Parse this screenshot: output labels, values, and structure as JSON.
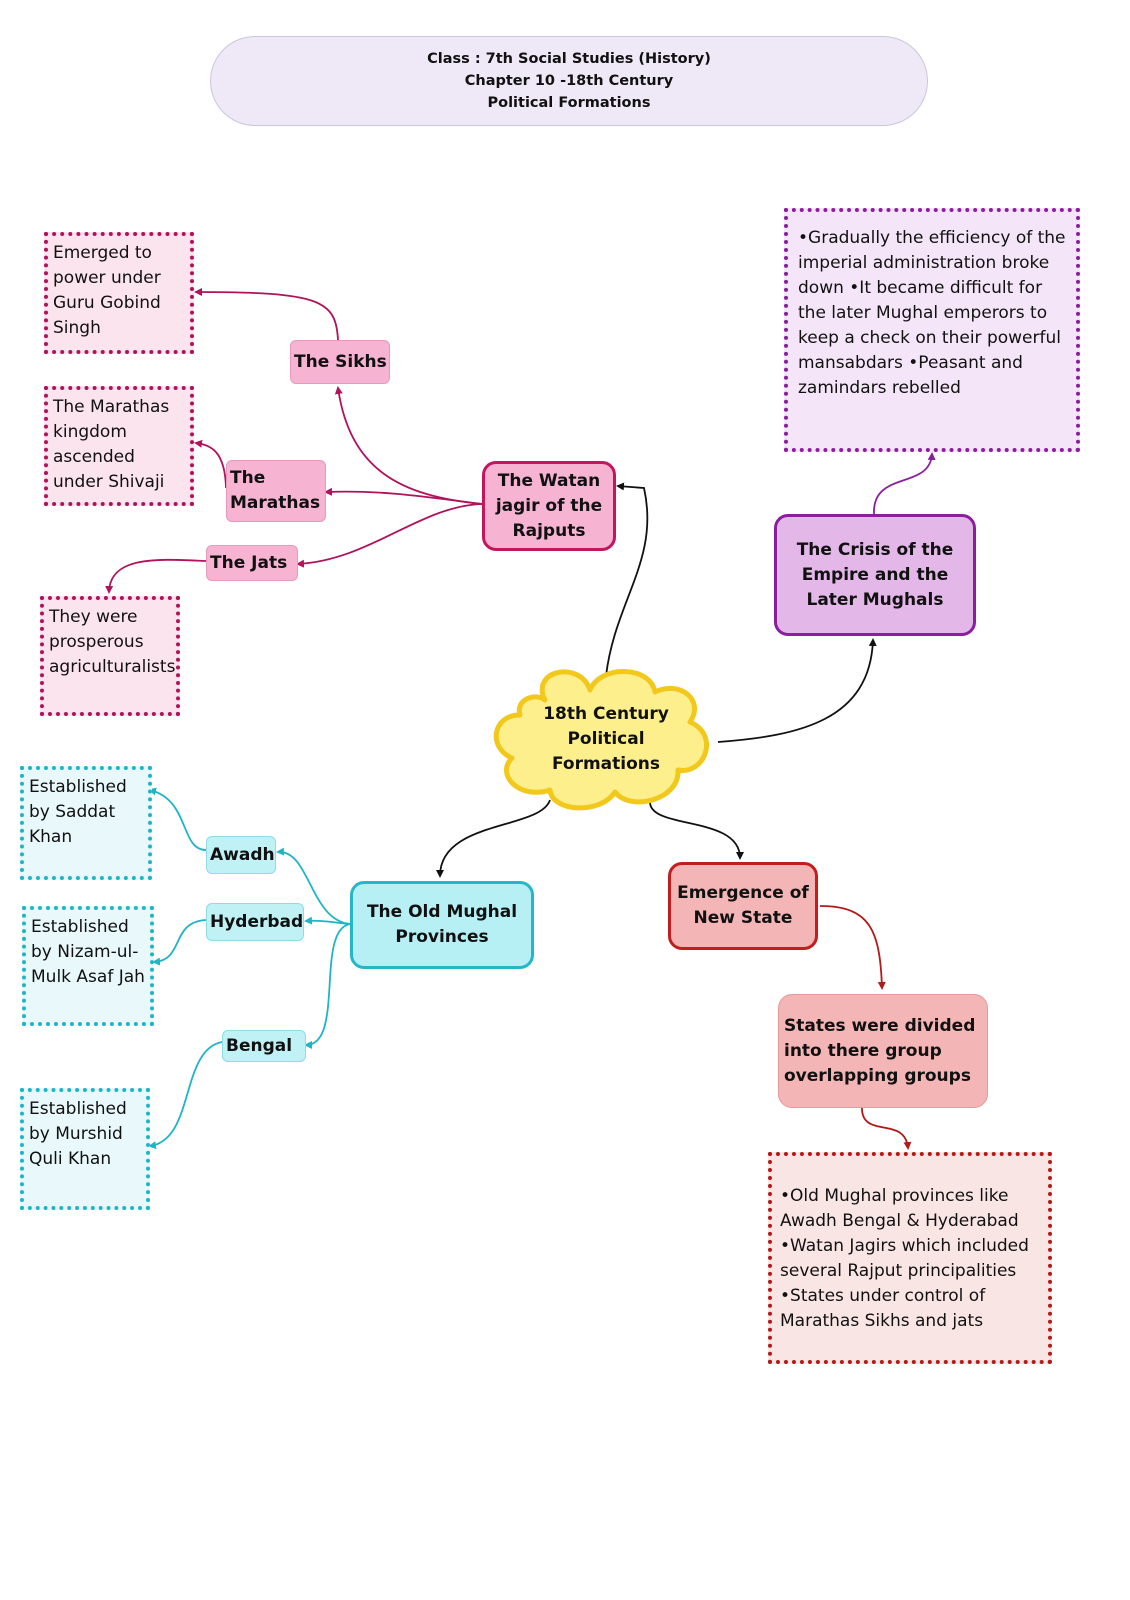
{
  "header": {
    "line1": "Class : 7th Social Studies (History)",
    "line2": "Chapter 10 -18th Century",
    "line3": "Political Formations"
  },
  "center": {
    "label": "18th Century Political Formations"
  },
  "rajputs": {
    "label": "The Watan jagir of the Rajputs",
    "sikhs": {
      "label": "The Sikhs",
      "note": "Emerged to power under Guru Gobind Singh"
    },
    "marathas": {
      "label": "The Marathas",
      "note": "The Marathas kingdom ascended under Shivaji"
    },
    "jats": {
      "label": "The Jats",
      "note": "They were prosperous agriculturalists"
    }
  },
  "crisis": {
    "label": "The Crisis of the Empire and the Later Mughals",
    "note": "•Gradually the efficiency of the imperial administration broke down •It became difficult for the later Mughal emperors to keep a check on their powerful mansabdars •Peasant and zamindars rebelled"
  },
  "mughal": {
    "label": "The Old Mughal Provinces",
    "awadh": {
      "label": "Awadh",
      "note": "Established by Saddat Khan"
    },
    "hyderbad": {
      "label": "Hyderbad",
      "note": "Established by Nizam-ul-Mulk Asaf Jah"
    },
    "bengal": {
      "label": "Bengal",
      "note": "Established by Murshid Quli Khan"
    }
  },
  "newstate": {
    "label": "Emergence of New State",
    "divided": "States were divided into there group overlapping groups",
    "points": [
      "•Old Mughal provinces like Awadh Bengal & Hyderabad",
      "•Watan Jagirs which included several Rajput principalities",
      "•States under control of Marathas Sikhs and jats"
    ]
  },
  "colors": {
    "pink_branch": "#b0125c",
    "purple_branch": "#8a1f9e",
    "cyan_branch": "#1fb5c4",
    "red_branch": "#b21a1a",
    "center_fill": "#fdf08c",
    "center_border": "#f2c81c"
  }
}
